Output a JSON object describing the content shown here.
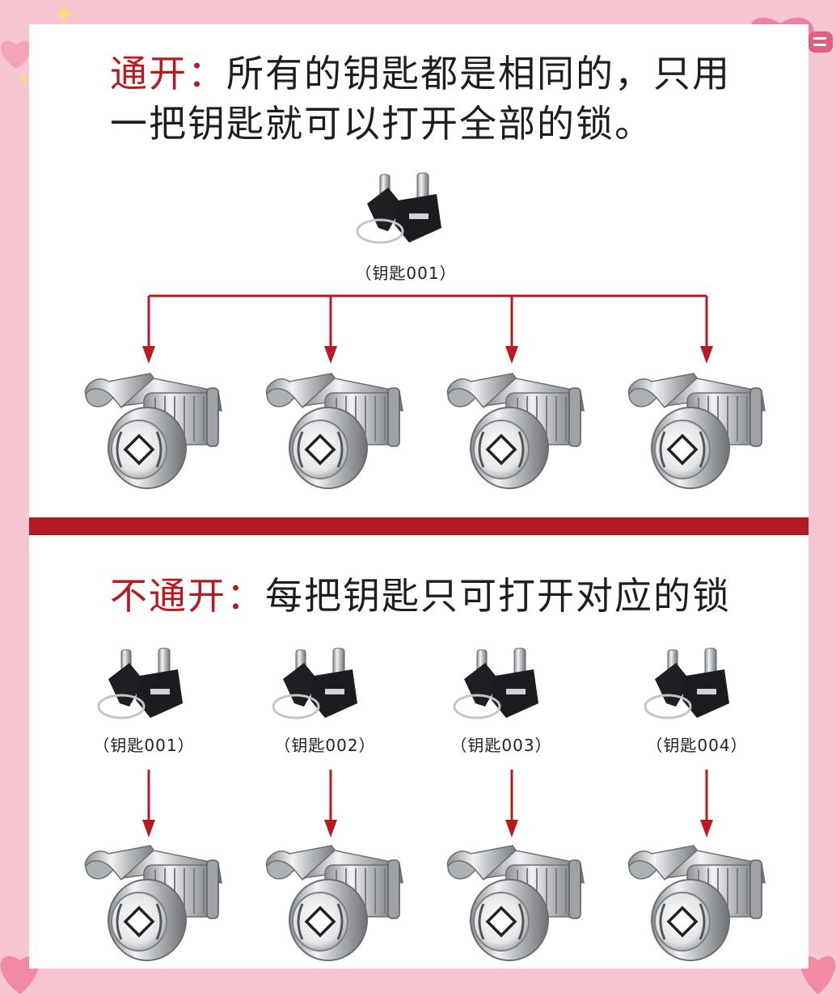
{
  "section1": {
    "accent": "通开：",
    "rest": "所有的钥匙都是相同的，只用一把钥匙就可以打开全部的锁。",
    "key_label": "（钥匙001）"
  },
  "section2": {
    "accent": "不通开：",
    "rest": "每把钥匙只可打开对应的锁",
    "key_labels": [
      "（钥匙001）",
      "（钥匙002）",
      "（钥匙003）",
      "（钥匙004）"
    ]
  },
  "colors": {
    "accent": "#b81a22",
    "divider": "#b31a21",
    "background": "#f7c6d3"
  }
}
